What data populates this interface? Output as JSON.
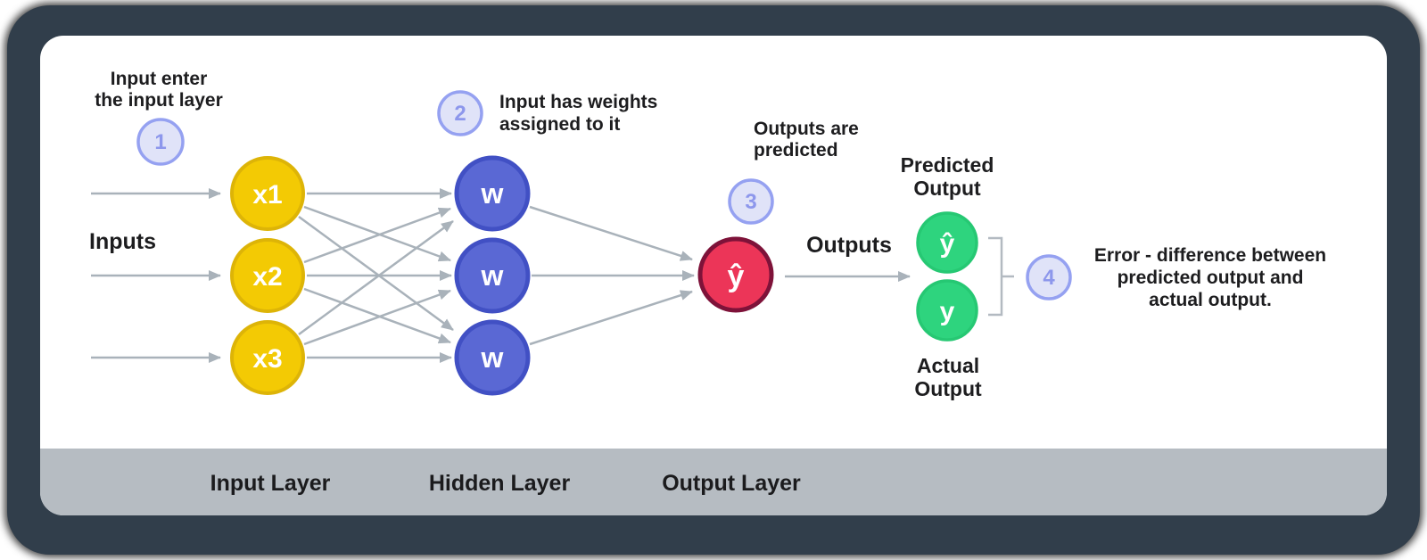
{
  "steps": [
    {
      "number": "1",
      "label_lines": [
        "Input enter",
        "the input layer"
      ]
    },
    {
      "number": "2",
      "label_lines": [
        "Input has weights",
        "assigned to it"
      ]
    },
    {
      "number": "3",
      "label_lines": [
        "Outputs are",
        "predicted"
      ]
    },
    {
      "number": "4",
      "label_lines": [
        "Error - difference between",
        "predicted output and",
        "actual output."
      ]
    }
  ],
  "nodes": {
    "input": [
      "x1",
      "x2",
      "x3"
    ],
    "hidden": [
      "w",
      "w",
      "w"
    ],
    "output": "ŷ",
    "predicted": "ŷ",
    "actual": "y"
  },
  "labels": {
    "inputs": "Inputs",
    "outputs": "Outputs",
    "predicted_output_lines": [
      "Predicted",
      "Output"
    ],
    "actual_output_lines": [
      "Actual",
      "Output"
    ]
  },
  "footer": {
    "items": [
      "Input Layer",
      "Hidden Layer",
      "Output Layer"
    ]
  },
  "colors": {
    "frame": "#313e4b",
    "card": "#ffffff",
    "footer_bar": "#b6bcc2",
    "footer_text": "#1b1b1d",
    "text": "#1d1d1f",
    "arrow": "#a9b2ba",
    "bracket": "#b3bac1",
    "input_node": "#f3ca04",
    "input_node_border": "#ddb407",
    "hidden_node": "#5a68d4",
    "hidden_node_border": "#4150c4",
    "output_node": "#ec3558",
    "output_node_border": "#7e1239",
    "result_node": "#2ed47e",
    "result_node_border": "#26c873",
    "step_fill": "#e0e3f8",
    "step_border": "#95a1f1",
    "step_text": "#8d97ec"
  }
}
